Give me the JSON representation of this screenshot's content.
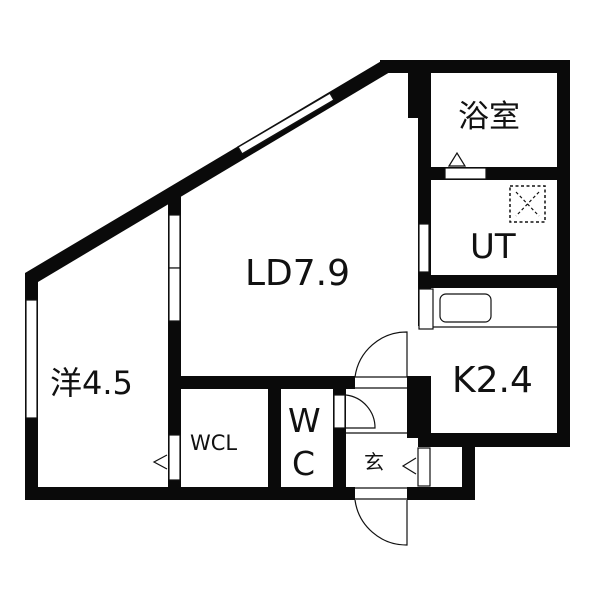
{
  "floor_plan": {
    "colors": {
      "wall": "#0a0a0a",
      "background": "#ffffff",
      "line": "#111111"
    },
    "rooms": {
      "ld": {
        "label": "LD7.9"
      },
      "western": {
        "label": "洋4.5"
      },
      "bath": {
        "label": "浴室"
      },
      "utility": {
        "label": "UT"
      },
      "kitchen": {
        "label": "K2.4"
      },
      "wcl": {
        "label": "WCL"
      },
      "wc": {
        "line1": "W",
        "line2": "C"
      },
      "entrance": {
        "label": "玄"
      }
    }
  }
}
